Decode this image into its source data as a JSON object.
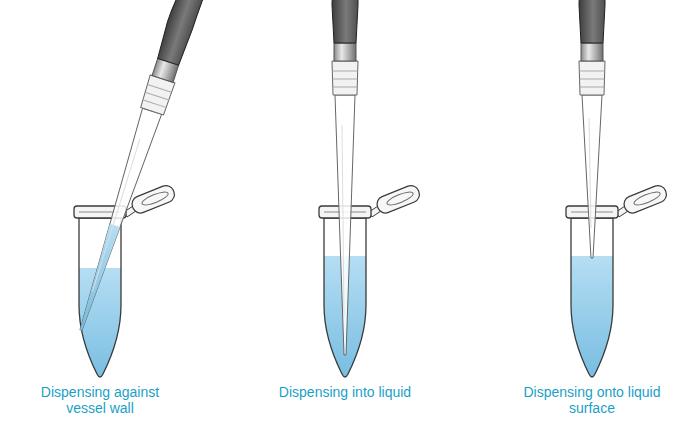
{
  "diagram": {
    "labels": [
      "Dispensing against vessel wall",
      "Dispensing into liquid",
      "Dispensing onto liquid surface"
    ]
  }
}
